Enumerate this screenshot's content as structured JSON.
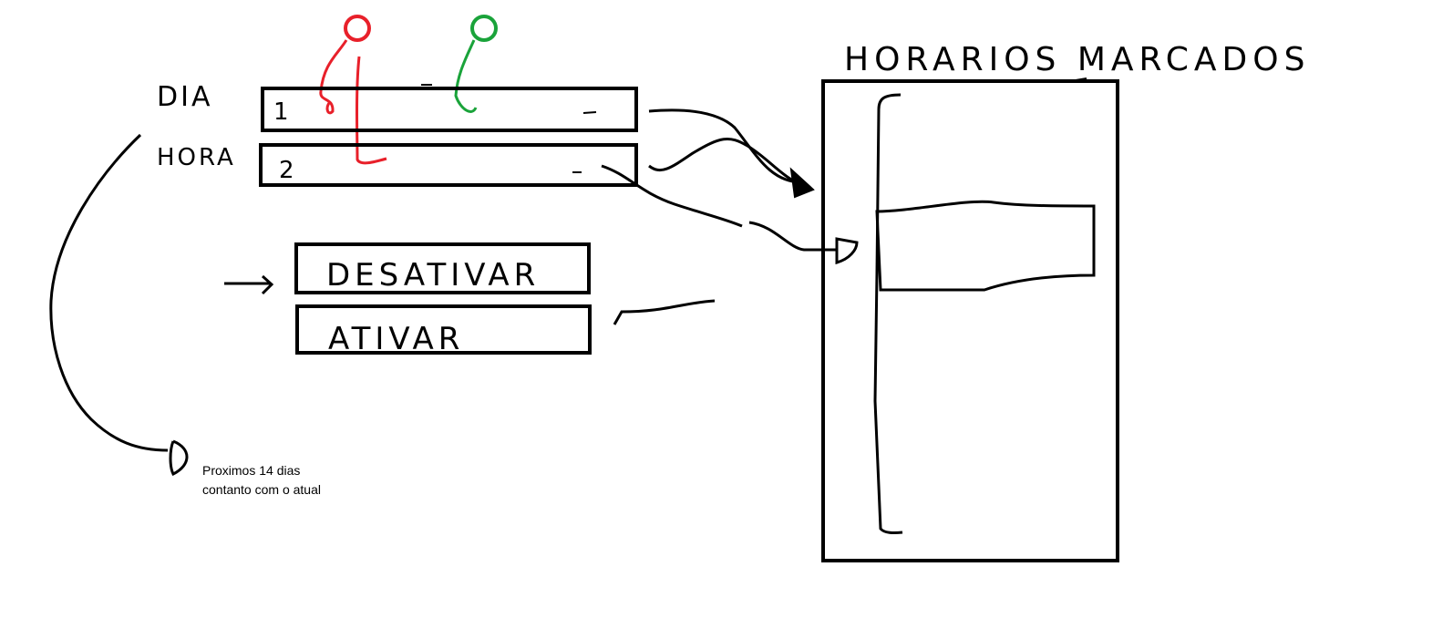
{
  "labels": {
    "dia": "DIA",
    "hora": "HORA",
    "title": "HORARIOS MARCADOS"
  },
  "fields": {
    "dia_value": "1",
    "hora_value": "2"
  },
  "buttons": {
    "desativar": "DESATIVAR",
    "ativar": "ATIVAR"
  },
  "note": {
    "line1": "Proximos 14 dias",
    "line2": "contanto com o atual"
  },
  "colors": {
    "stroke": "#000000",
    "red_marker": "#e8202a",
    "green_marker": "#1aa33a"
  }
}
